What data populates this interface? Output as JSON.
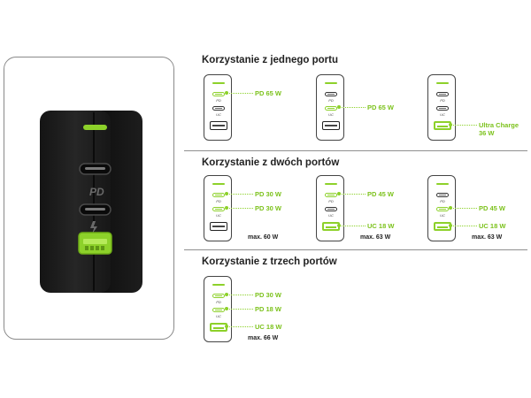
{
  "product": {
    "port_labels": {
      "pd": "PD",
      "uc": "UC"
    }
  },
  "sections": [
    {
      "title": "Korzystanie z jednego portu",
      "diagrams": [
        {
          "callouts": [
            {
              "port": "c1",
              "text": "PD 65 W"
            }
          ],
          "max": ""
        },
        {
          "callouts": [
            {
              "port": "c2",
              "text": "PD 65 W"
            }
          ],
          "max": ""
        },
        {
          "callouts": [
            {
              "port": "a",
              "lines": [
                "Ultra Charge",
                "36 W"
              ]
            }
          ],
          "max": ""
        }
      ]
    },
    {
      "title": "Korzystanie z dwóch portów",
      "diagrams": [
        {
          "callouts": [
            {
              "port": "c1",
              "text": "PD 30 W"
            },
            {
              "port": "c2",
              "text": "PD 30 W"
            }
          ],
          "max": "max. 60 W"
        },
        {
          "callouts": [
            {
              "port": "c1",
              "text": "PD 45 W"
            },
            {
              "port": "a",
              "text": "UC 18 W"
            }
          ],
          "max": "max. 63 W"
        },
        {
          "callouts": [
            {
              "port": "c2",
              "text": "PD 45 W"
            },
            {
              "port": "a",
              "text": "UC 18 W"
            }
          ],
          "max": "max. 63 W"
        }
      ]
    },
    {
      "title": "Korzystanie z trzech portów",
      "diagrams": [
        {
          "callouts": [
            {
              "port": "c1",
              "text": "PD 30 W"
            },
            {
              "port": "c2",
              "text": "PD 18 W"
            },
            {
              "port": "a",
              "text": "UC 18 W"
            }
          ],
          "max": "max. 66 W"
        }
      ]
    }
  ],
  "colors": {
    "accent": "#8dd12a",
    "body": "#1e1e1e",
    "text": "#222222"
  },
  "icons": {
    "pd_label": "pd-letters-icon",
    "uc_label": "uc-bolt-icon"
  }
}
